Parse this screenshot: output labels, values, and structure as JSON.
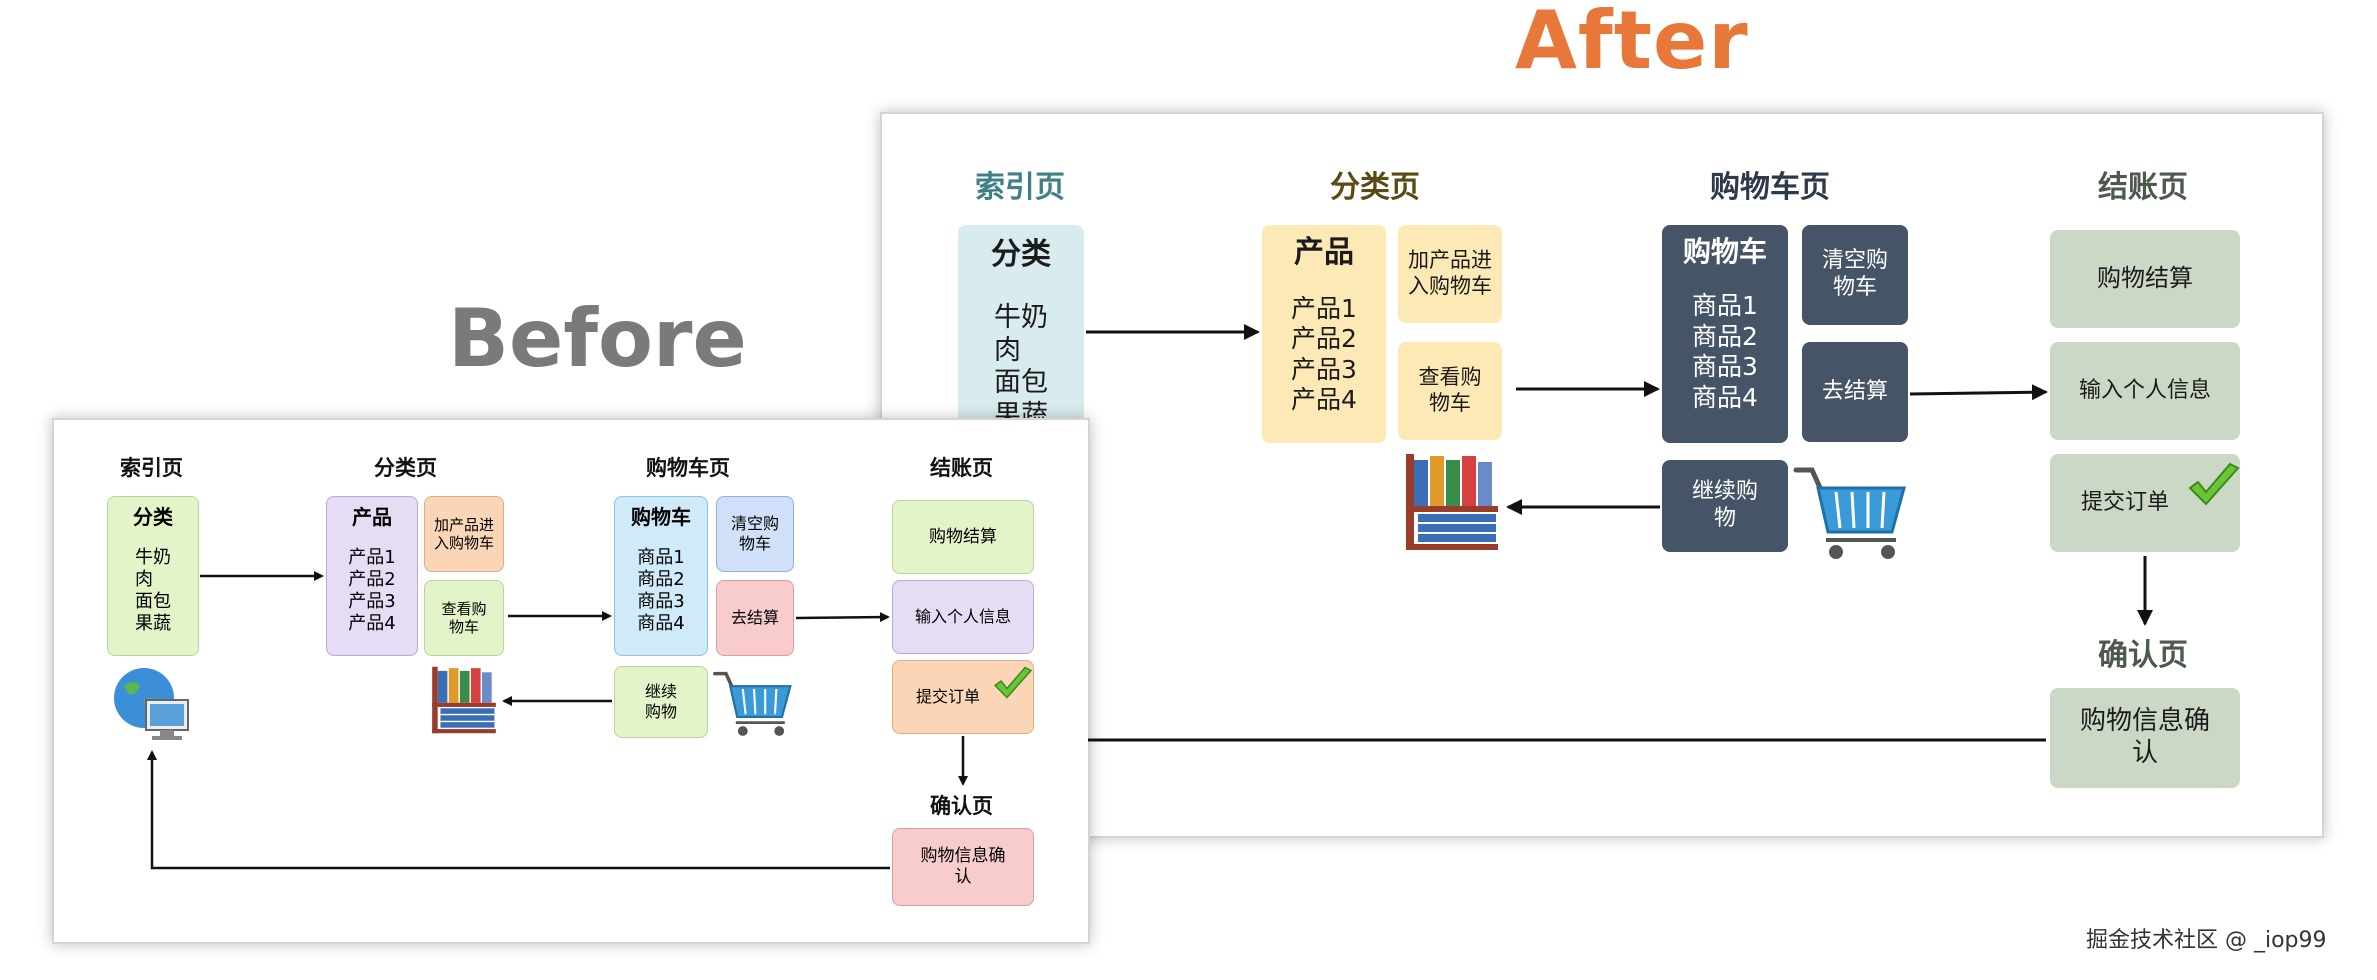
{
  "before": {
    "title": "Before",
    "headers": {
      "index": "索引页",
      "category": "分类页",
      "cart": "购物车页",
      "checkout": "结账页",
      "confirm": "确认页"
    },
    "category_box": {
      "title": "分类",
      "items": [
        "牛奶",
        "肉",
        "面包",
        "果蔬"
      ]
    },
    "product_box": {
      "title": "产品",
      "items": [
        "产品1",
        "产品2",
        "产品3",
        "产品4"
      ]
    },
    "add_to_cart": "加产品进入购物车",
    "view_cart": "查看购物车",
    "cart_box": {
      "title": "购物车",
      "items": [
        "商品1",
        "商品2",
        "商品3",
        "商品4"
      ]
    },
    "clear_cart": "清空购物车",
    "go_checkout": "去结算",
    "continue_shopping": "继续购物",
    "checkout_steps": [
      "购物结算",
      "输入个人信息",
      "提交订单"
    ],
    "confirm_box": "购物信息确认",
    "colors": {
      "category": "#e3f4c8",
      "product": "#e6dcf4",
      "add": "#fbd6b6",
      "view": "#e3f4c8",
      "cart": "#cfeaf8",
      "clear": "#cfe0f8",
      "go": "#f8cccc",
      "cont": "#e3f4c8",
      "checkout1": "#e3f4c8",
      "checkout2": "#e6dcf4",
      "checkout3": "#fbd6b6",
      "confirm": "#f8cccc"
    }
  },
  "after": {
    "title": "After",
    "headers": {
      "index": "索引页",
      "category": "分类页",
      "cart": "购物车页",
      "checkout": "结账页",
      "confirm": "确认页"
    },
    "category_box": {
      "title": "分类",
      "items": [
        "牛奶",
        "肉",
        "面包",
        "果蔬"
      ]
    },
    "product_box": {
      "title": "产品",
      "items": [
        "产品1",
        "产品2",
        "产品3",
        "产品4"
      ]
    },
    "add_to_cart": "加产品进入购物车",
    "view_cart": "查看购物车",
    "cart_box": {
      "title": "购物车",
      "items": [
        "商品1",
        "商品2",
        "商品3",
        "商品4"
      ]
    },
    "clear_cart": "清空购物车",
    "go_checkout": "去结算",
    "continue_shopping": "继续购物",
    "checkout_steps": [
      "购物结算",
      "输入个人信息",
      "提交订单"
    ],
    "confirm_box": "购物信息确认",
    "colors": {
      "index_header": "#3f7f86",
      "category_header": "#5a4a14",
      "cart_header": "#2e3a48",
      "checkout_header": "#4b5a4a",
      "category": "#d8ebee",
      "product": "#fde9b6",
      "dark": "#465468",
      "sage": "#cbd8c6"
    }
  },
  "watermark": "掘金技术社区 @ _iop99",
  "accent_colors": {
    "after_title": "#e8773a",
    "before_title": "#7a7a7a"
  }
}
